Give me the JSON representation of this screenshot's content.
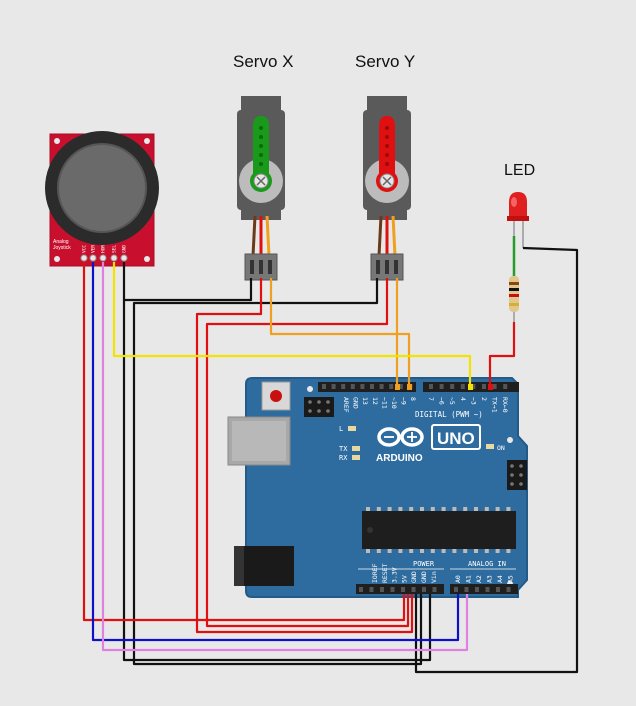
{
  "labels": {
    "servo_x": "Servo X",
    "servo_y": "Servo Y",
    "led": "LED"
  },
  "joystick": {
    "title_line1": "Analog",
    "title_line2": "Joystick",
    "pins": [
      "VCC",
      "VER",
      "HOR",
      "SEL",
      "GND"
    ]
  },
  "arduino": {
    "brand": "ARDUINO",
    "model": "UNO",
    "section_digital": "DIGITAL (PWM ~)",
    "section_power": "POWER",
    "section_analog": "ANALOG IN",
    "label_on": "ON",
    "label_l": "L",
    "label_tx": "TX",
    "label_rx": "RX",
    "digital_pins": [
      "AREF",
      "GND",
      "13",
      "12",
      "~11",
      "~10",
      "~9",
      "8",
      "7",
      "~6",
      "~5",
      "4",
      "~3",
      "2",
      "TX→1",
      "RX←0"
    ],
    "power_pins": [
      "IOREF",
      "RESET",
      "3.3V",
      "5V",
      "GND",
      "GND",
      "Vin"
    ],
    "analog_pins": [
      "A0",
      "A1",
      "A2",
      "A3",
      "A4",
      "A5"
    ]
  },
  "colors": {
    "board": "#2e6b9e",
    "board_edge": "#245a87",
    "joystick_pcb": "#c8102e",
    "wire_red": "#e01010",
    "wire_black": "#111111",
    "wire_yellow": "#f2e300",
    "wire_orange": "#f0a020",
    "wire_blue": "#1010c8",
    "wire_pink": "#e080e0",
    "wire_green": "#2a9a2a",
    "servo_x_horn": "#1a9a1a",
    "servo_y_horn": "#e01010"
  }
}
